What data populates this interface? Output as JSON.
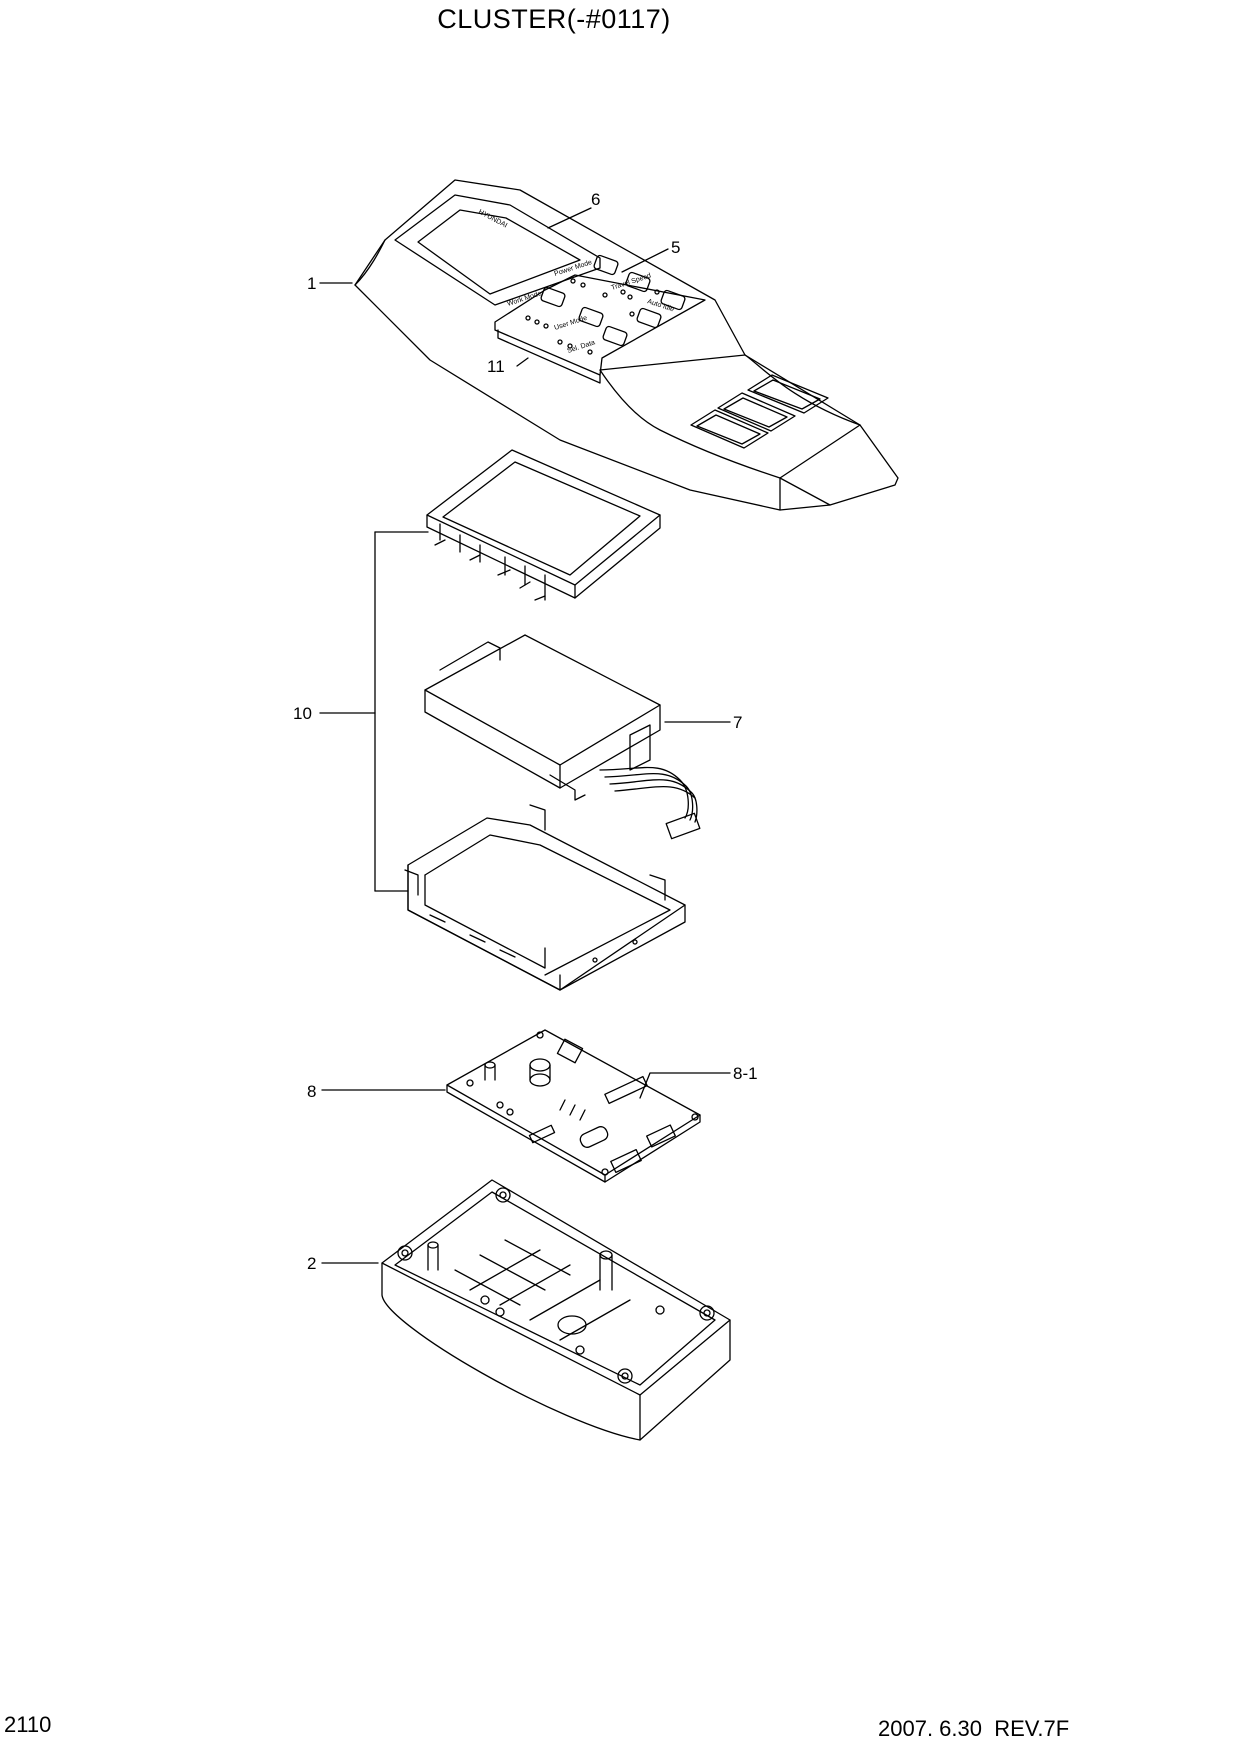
{
  "title": "CLUSTER(-#0117)",
  "page_number": "2110",
  "revision": "2007. 6.30  REV.7F",
  "brand_mark": "HYUNDAI",
  "panel_labels": {
    "work_mode": "Work Mode",
    "user_mode": "User Mode",
    "power_mode": "Power Mode",
    "travel_speed": "Travel Speed",
    "auto_idle": "Auto Idle",
    "sel_data": "Sel. Data"
  },
  "callouts": [
    "1",
    "2",
    "5",
    "6",
    "7",
    "8",
    "8-1",
    "10",
    "11"
  ]
}
